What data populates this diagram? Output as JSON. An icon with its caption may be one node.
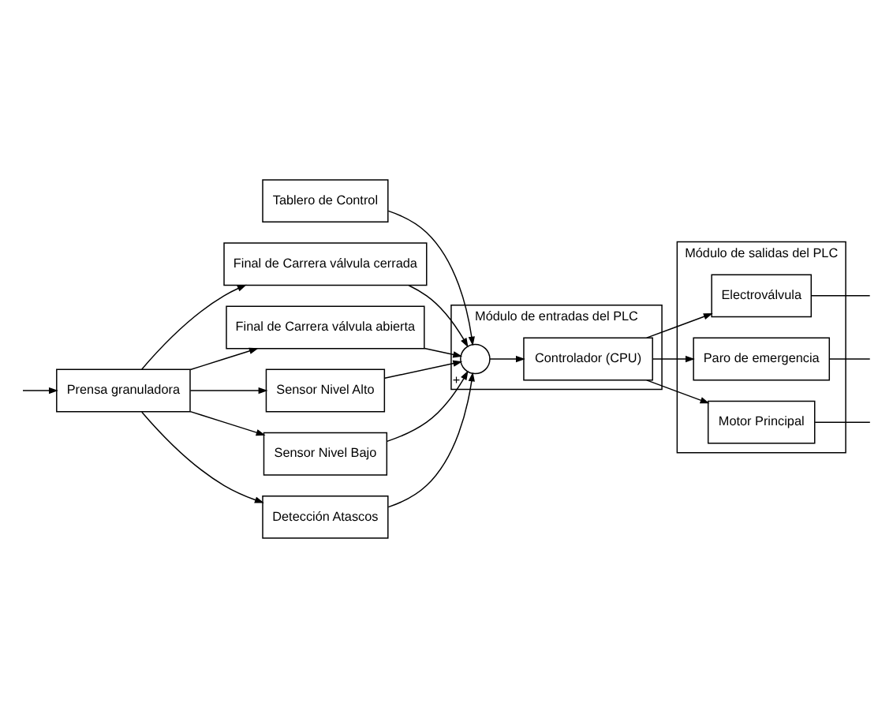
{
  "diagram": {
    "nodes": [
      {
        "text": [
          "Tablero de Control"
        ]
      },
      {
        "text": [
          "Módulo de entradas del PLC"
        ]
      },
      {
        "text": [],
        "shape": "circle",
        "in": 1,
        "beside": [
          "+"
        ]
      },
      {
        "text": [
          "Controlador (CPU)"
        ],
        "in": 1
      },
      {
        "text": [
          "Módulo de salidas del PLC"
        ]
      },
      {
        "text": [
          "Electroválvula"
        ],
        "in": 4
      },
      {
        "text": [
          "Paro de emergencia"
        ],
        "in": 4
      },
      {
        "text": [
          "Motor Principal"
        ],
        "in": 4
      },
      {
        "text": [
          "Final de Carrera válvula cerrada"
        ]
      },
      {
        "text": [
          "Final de Carrera válvula abierta"
        ]
      },
      {
        "text": [
          "Sensor Nivel Alto"
        ]
      },
      {
        "text": [
          "Sensor Nivel Bajo"
        ]
      },
      {
        "text": [
          "Detección Atascos"
        ]
      },
      {
        "text": [
          "Prensa granuladora"
        ]
      }
    ],
    "edges": [
      {
        "from": 0,
        "to": 2,
        "arrow": "to"
      },
      {
        "from": 2,
        "to": 3,
        "arrow": "to"
      },
      {
        "from": 3,
        "to": 5,
        "arrow": "to"
      },
      {
        "from": 3,
        "to": 6,
        "arrow": "to"
      },
      {
        "from": 3,
        "to": 7,
        "arrow": "to"
      },
      {
        "from": 5,
        "to": null,
        "arrow": "none"
      },
      {
        "from": 6,
        "to": null,
        "arrow": "none"
      },
      {
        "from": 7,
        "to": null,
        "arrow": "none"
      },
      {
        "from": null,
        "to": 13,
        "arrow": "to"
      },
      {
        "from": 13,
        "to": 8,
        "arrow": "to"
      },
      {
        "from": 13,
        "to": 9,
        "arrow": "to"
      },
      {
        "from": 13,
        "to": 10,
        "arrow": "to"
      },
      {
        "from": 13,
        "to": 11,
        "arrow": "to"
      },
      {
        "from": 13,
        "to": 12,
        "arrow": "to"
      },
      {
        "from": 8,
        "to": 2,
        "arrow": "to"
      },
      {
        "from": 9,
        "to": 2,
        "arrow": "to"
      },
      {
        "from": 10,
        "to": 2,
        "arrow": "to"
      },
      {
        "from": 11,
        "to": 2,
        "arrow": "to"
      },
      {
        "from": 12,
        "to": 2,
        "arrow": "to"
      }
    ]
  }
}
